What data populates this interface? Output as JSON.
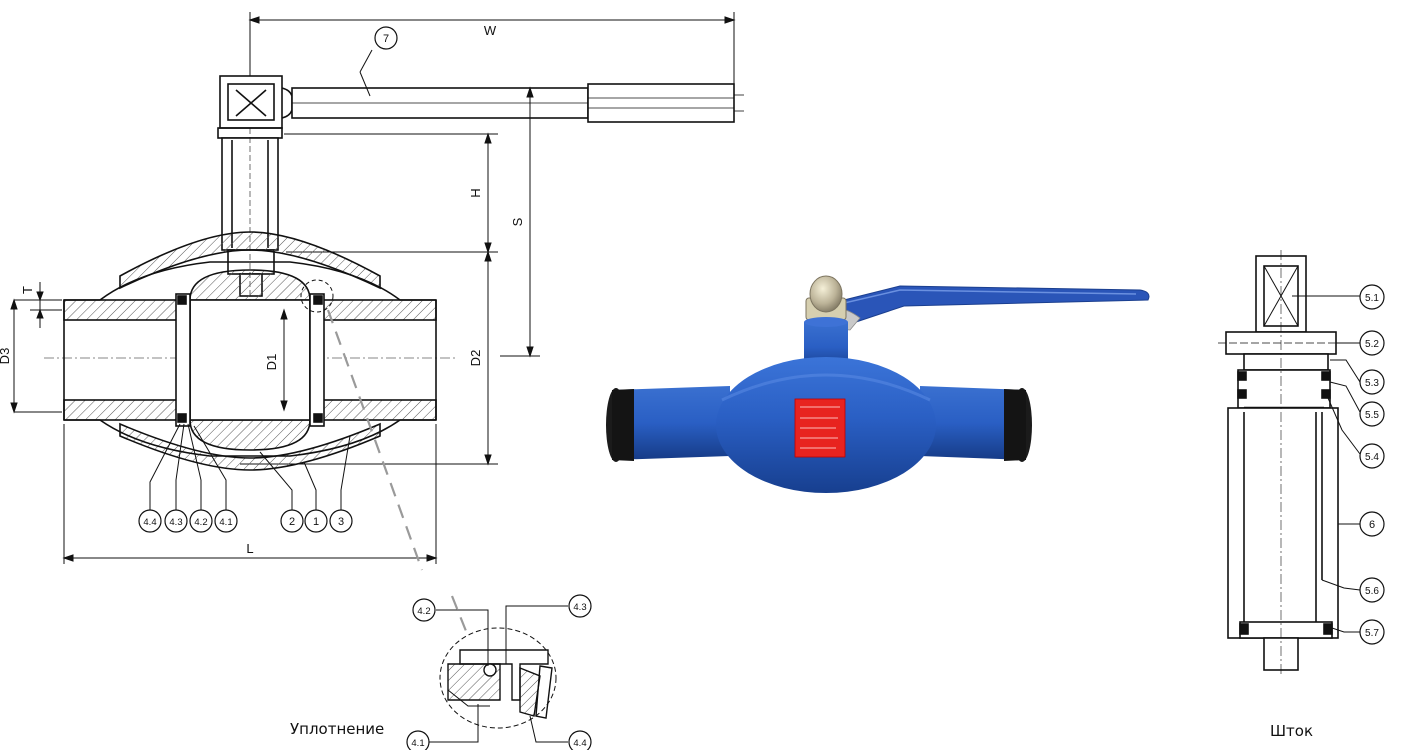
{
  "colors": {
    "line": "#111111",
    "hatch": "#555555",
    "valve_body": "#2a5fc4",
    "valve_shadow": "#173f8f",
    "pipe_end": "#1b1b1b",
    "nameplate": "#e8231f",
    "dash": "#9a9a9a"
  },
  "dimensions": {
    "W": "W",
    "H": "H",
    "S": "S",
    "T": "T",
    "D1": "D1",
    "D2": "D2",
    "D3": "D3",
    "L": "L"
  },
  "main_callouts": {
    "handle": "7",
    "c4_4": "4.4",
    "c4_3": "4.3",
    "c4_2": "4.2",
    "c4_1": "4.1",
    "c2": "2",
    "c1": "1",
    "c3": "3"
  },
  "seal_callouts": {
    "c4_2": "4.2",
    "c4_3": "4.3",
    "c4_1": "4.1",
    "c4_4": "4.4"
  },
  "stem_callouts": {
    "c5_1": "5.1",
    "c5_2": "5.2",
    "c5_3": "5.3",
    "c5_5": "5.5",
    "c5_4": "5.4",
    "c6": "6",
    "c5_6": "5.6",
    "c5_7": "5.7"
  },
  "captions": {
    "seal": "Уплотнение",
    "stem": "Шток"
  }
}
